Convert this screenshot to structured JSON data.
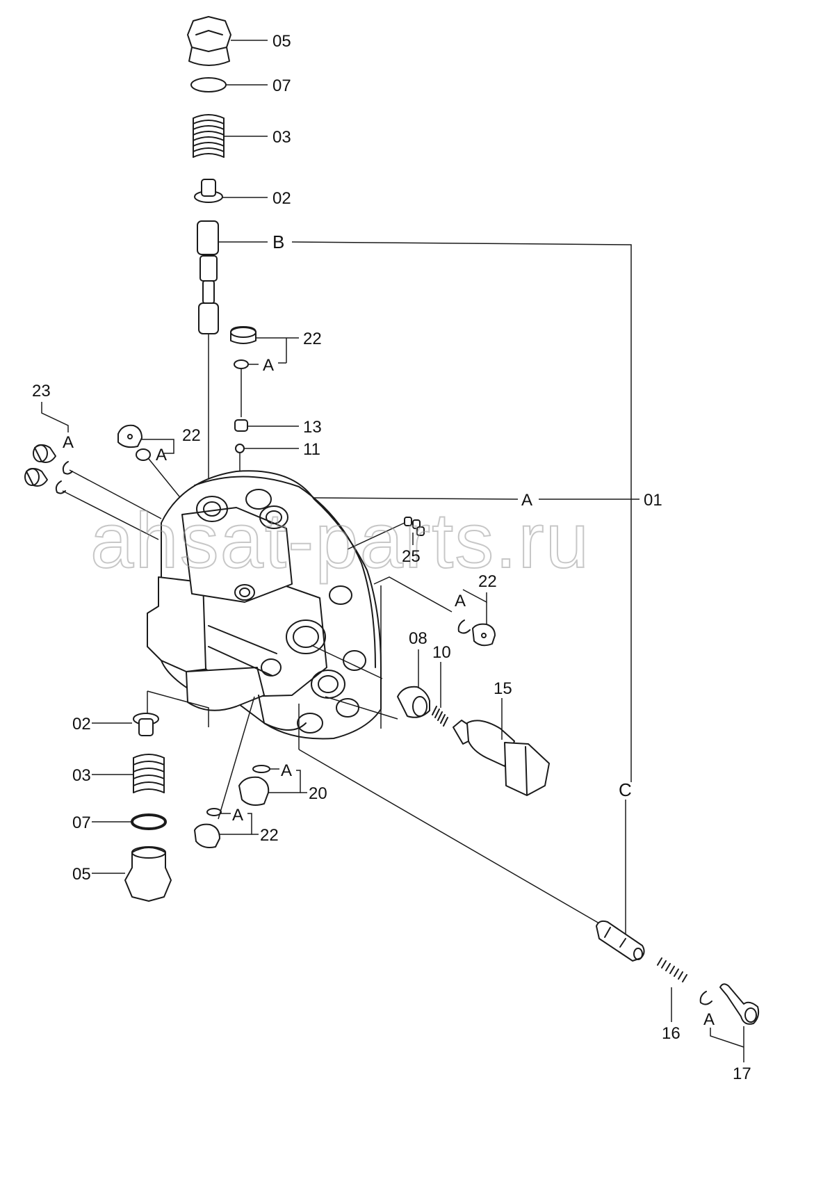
{
  "watermark": "ahsat-parts.ru",
  "labels": {
    "p05_top": "05",
    "p07_top": "07",
    "p03_top": "03",
    "p02_top": "02",
    "refB": "B",
    "p22_top": "22",
    "refA_top": "A",
    "p23": "23",
    "refA_left": "A",
    "p22_left": "22",
    "refA_left2": "A",
    "p13": "13",
    "p11": "11",
    "refA_body": "A",
    "p01": "01",
    "p25": "25",
    "p22_right": "22",
    "refA_right": "A",
    "p08": "08",
    "p10": "10",
    "p15": "15",
    "p02_bot": "02",
    "p03_bot": "03",
    "p07_bot": "07",
    "p05_bot": "05",
    "refA_20": "A",
    "p20": "20",
    "refA_22b": "A",
    "p22_bot": "22",
    "refC": "C",
    "p16": "16",
    "refA_17": "A",
    "p17": "17"
  }
}
